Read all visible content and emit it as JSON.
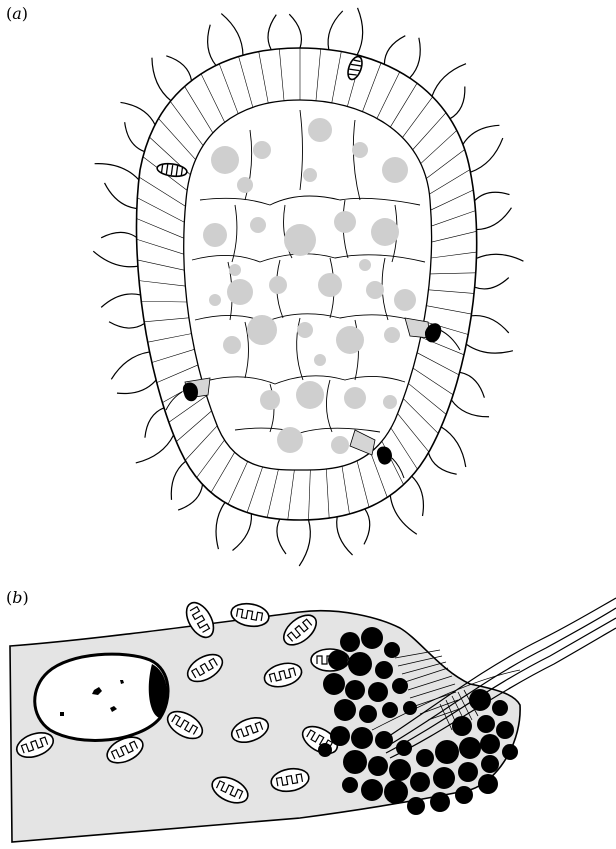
{
  "figure": {
    "panel_a": {
      "label": "(a)",
      "part_label": "a"
    },
    "panel_b": {
      "label": "(b)",
      "part_label": "b"
    }
  },
  "colors": {
    "tissue_fill": "#e4e4e4",
    "granule_grey": "#cfcfcf",
    "granule_black": "#000000",
    "outline": "#000000"
  },
  "icons": [
    "larva-diagram",
    "cilia",
    "mitochondrion",
    "nucleus",
    "secretory-granule",
    "cilia-bundle"
  ]
}
